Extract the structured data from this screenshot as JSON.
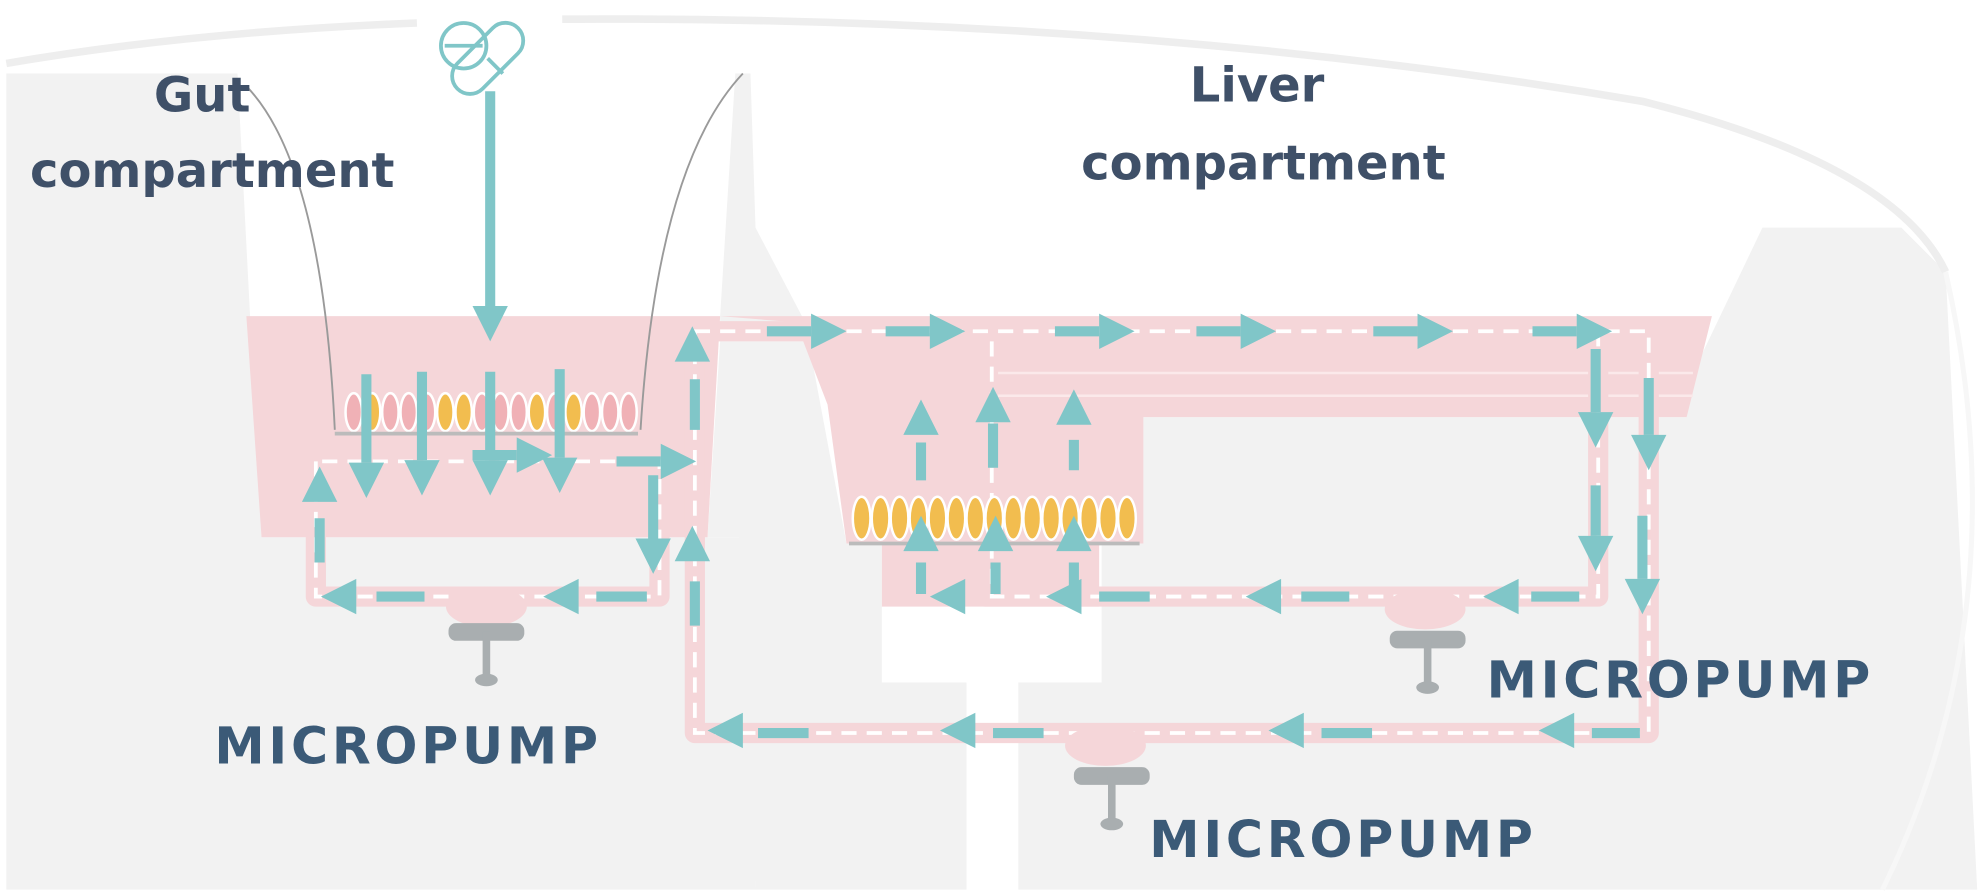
{
  "labels": {
    "gut": [
      "Gut",
      "compartment"
    ],
    "liver": [
      "Liver",
      "compartment"
    ],
    "pump_left": "MICROPUMP",
    "pump_right": "MICROPUMP",
    "pump_bottom": "MICROPUMP"
  },
  "icons": {
    "drug": "pill-capsule-icon",
    "pump": "micropump-icon",
    "flow": "flow-arrow-icon"
  },
  "colors": {
    "chamber": "#f5d6d9",
    "flow_arrow": "#80c6c8",
    "text": "#3f5068",
    "pump_text": "#3b5a77",
    "pump": "#a9aeb0",
    "hepatocyte": "#f2bd4f",
    "enterocyte": "#f0b1b6",
    "background": "#f2f2f2"
  }
}
